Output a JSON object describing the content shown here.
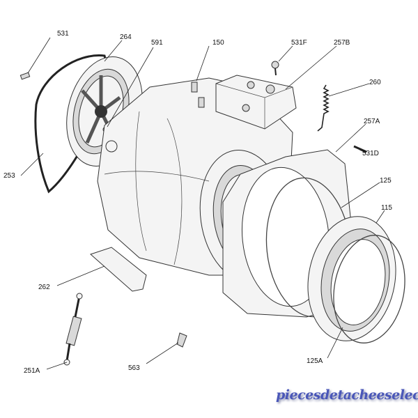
{
  "diagram": {
    "type": "exploded parts diagram",
    "parts": [
      {
        "ref": "531"
      },
      {
        "ref": "264"
      },
      {
        "ref": "591"
      },
      {
        "ref": "150"
      },
      {
        "ref": "531F"
      },
      {
        "ref": "257B"
      },
      {
        "ref": "260"
      },
      {
        "ref": "257A"
      },
      {
        "ref": "531D"
      },
      {
        "ref": "125"
      },
      {
        "ref": "115"
      },
      {
        "ref": "253"
      },
      {
        "ref": "262"
      },
      {
        "ref": "563"
      },
      {
        "ref": "251A"
      },
      {
        "ref": "125A"
      }
    ]
  },
  "watermark": "piecesdetacheeselec.com"
}
